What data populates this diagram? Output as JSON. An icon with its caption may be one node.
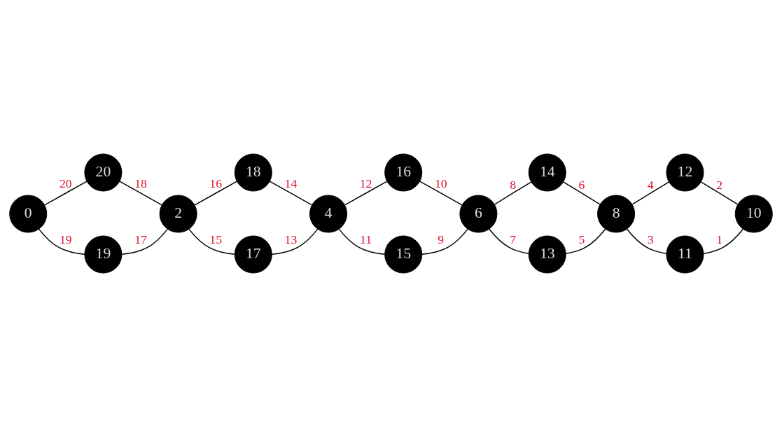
{
  "diagram": {
    "nodes": [
      {
        "text": [
          "20"
        ]
      },
      {
        "text": [
          "18"
        ]
      },
      {
        "text": [
          "16"
        ]
      },
      {
        "text": [
          "14"
        ]
      },
      {
        "text": [
          "12"
        ]
      },
      {
        "text": [
          "0"
        ]
      },
      {
        "text": [
          "2"
        ]
      },
      {
        "text": [
          "4"
        ]
      },
      {
        "text": [
          "6"
        ]
      },
      {
        "text": [
          "8"
        ]
      },
      {
        "text": [
          "10"
        ]
      },
      {
        "text": [
          "19"
        ]
      },
      {
        "text": [
          "17"
        ]
      },
      {
        "text": [
          "15"
        ]
      },
      {
        "text": [
          "13"
        ]
      },
      {
        "text": [
          "11"
        ]
      }
    ],
    "edges": [
      {
        "from": 5,
        "to": 0,
        "arrow": "none",
        "label": "20"
      },
      {
        "from": 0,
        "to": 6,
        "arrow": "none",
        "label": "18"
      },
      {
        "from": 5,
        "to": 11,
        "arrow": "none",
        "label": "19"
      },
      {
        "from": 11,
        "to": 6,
        "arrow": "none",
        "label": "17"
      },
      {
        "from": 6,
        "to": 1,
        "arrow": "none",
        "label": "16"
      },
      {
        "from": 1,
        "to": 7,
        "arrow": "none",
        "label": "14"
      },
      {
        "from": 6,
        "to": 12,
        "arrow": "none",
        "label": "15"
      },
      {
        "from": 12,
        "to": 7,
        "arrow": "none",
        "label": "13"
      },
      {
        "from": 7,
        "to": 2,
        "arrow": "none",
        "label": "12"
      },
      {
        "from": 2,
        "to": 8,
        "arrow": "none",
        "label": "10"
      },
      {
        "from": 7,
        "to": 13,
        "arrow": "none",
        "label": "11"
      },
      {
        "from": 13,
        "to": 8,
        "arrow": "none",
        "label": "9"
      },
      {
        "from": 8,
        "to": 3,
        "arrow": "none",
        "label": "8"
      },
      {
        "from": 3,
        "to": 9,
        "arrow": "none",
        "label": "6"
      },
      {
        "from": 8,
        "to": 14,
        "arrow": "none",
        "label": "7"
      },
      {
        "from": 14,
        "to": 9,
        "arrow": "none",
        "label": "5"
      },
      {
        "from": 9,
        "to": 4,
        "arrow": "none",
        "label": "4"
      },
      {
        "from": 4,
        "to": 10,
        "arrow": "none",
        "label": "2"
      },
      {
        "from": 9,
        "to": 15,
        "arrow": "none",
        "label": "3"
      },
      {
        "from": 15,
        "to": 10,
        "arrow": "none",
        "label": "1"
      }
    ]
  }
}
